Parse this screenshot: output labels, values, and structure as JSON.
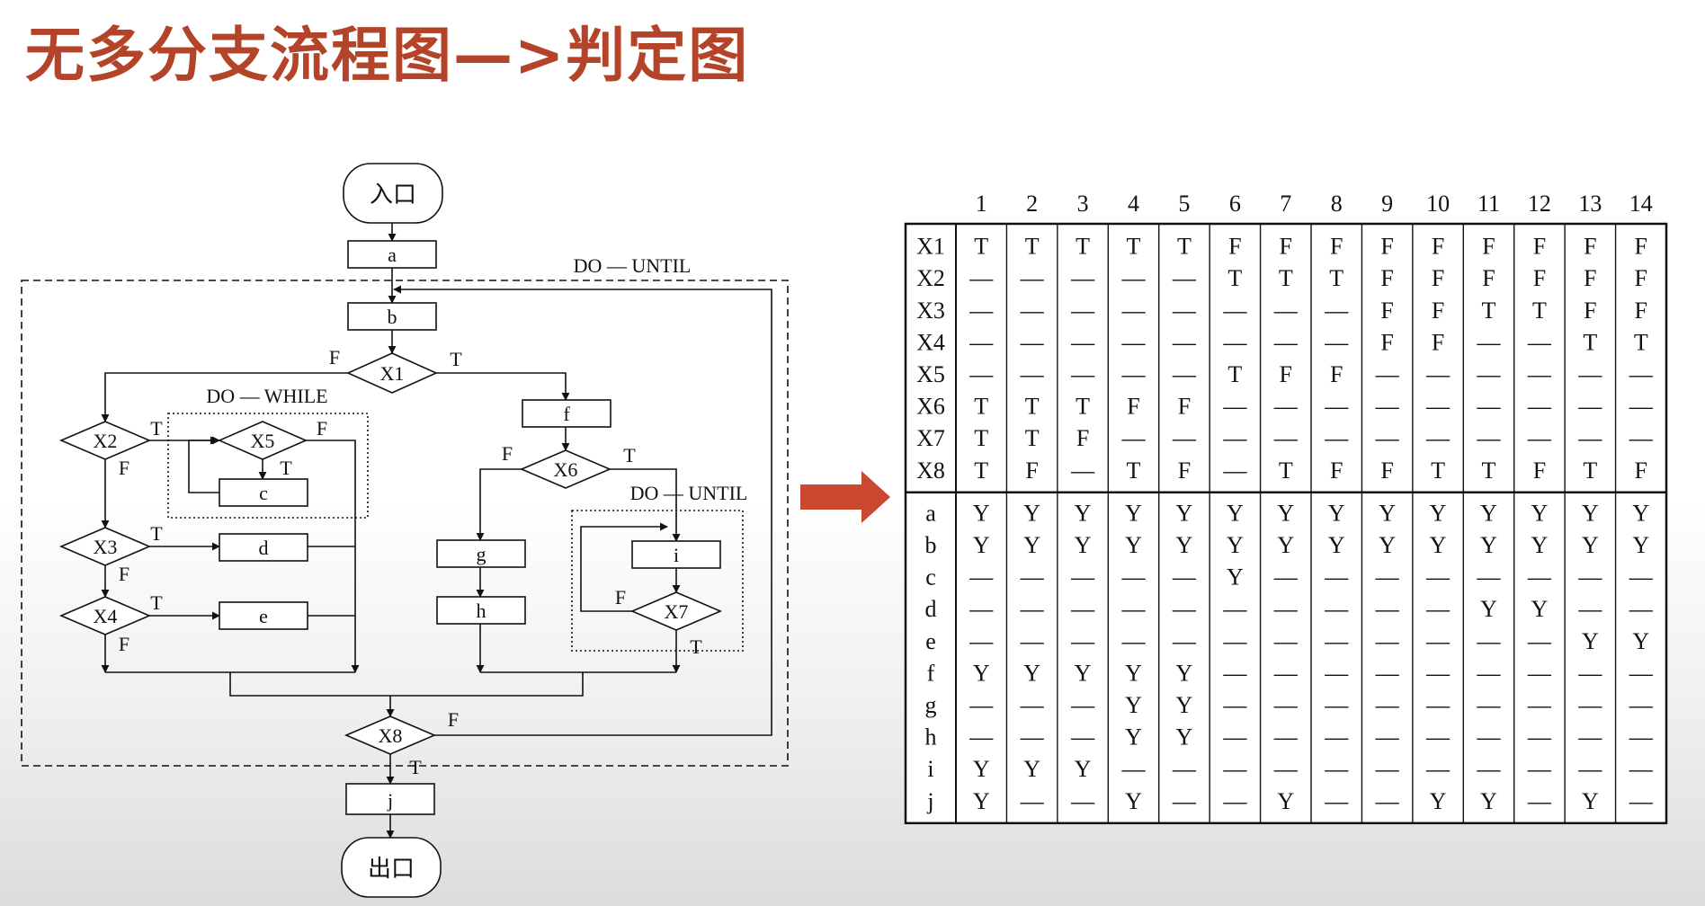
{
  "title": "无多分支流程图—>判定图",
  "flowchart": {
    "entry": "入口",
    "exit": "出口",
    "boxes": {
      "a": "a",
      "b": "b",
      "c": "c",
      "d": "d",
      "e": "e",
      "f": "f",
      "g": "g",
      "h": "h",
      "i": "i",
      "j": "j"
    },
    "decisions": {
      "x1": "X1",
      "x2": "X2",
      "x3": "X3",
      "x4": "X4",
      "x5": "X5",
      "x6": "X6",
      "x7": "X7",
      "x8": "X8"
    },
    "loop_labels": {
      "outer": "DO — UNTIL",
      "while": "DO — WHILE",
      "inner": "DO — UNTIL"
    },
    "branch_true": "T",
    "branch_false": "F"
  },
  "arrow_color": "#c9482f",
  "decision_table": {
    "columns": [
      "1",
      "2",
      "3",
      "4",
      "5",
      "6",
      "7",
      "8",
      "9",
      "10",
      "11",
      "12",
      "13",
      "14"
    ],
    "conditions": [
      {
        "name": "X1",
        "values": [
          "T",
          "T",
          "T",
          "T",
          "T",
          "F",
          "F",
          "F",
          "F",
          "F",
          "F",
          "F",
          "F",
          "F"
        ]
      },
      {
        "name": "X2",
        "values": [
          "—",
          "—",
          "—",
          "—",
          "—",
          "T",
          "T",
          "T",
          "F",
          "F",
          "F",
          "F",
          "F",
          "F"
        ]
      },
      {
        "name": "X3",
        "values": [
          "—",
          "—",
          "—",
          "—",
          "—",
          "—",
          "—",
          "—",
          "F",
          "F",
          "T",
          "T",
          "F",
          "F"
        ]
      },
      {
        "name": "X4",
        "values": [
          "—",
          "—",
          "—",
          "—",
          "—",
          "—",
          "—",
          "—",
          "F",
          "F",
          "—",
          "—",
          "T",
          "T"
        ]
      },
      {
        "name": "X5",
        "values": [
          "—",
          "—",
          "—",
          "—",
          "—",
          "T",
          "F",
          "F",
          "—",
          "—",
          "—",
          "—",
          "—",
          "—"
        ]
      },
      {
        "name": "X6",
        "values": [
          "T",
          "T",
          "T",
          "F",
          "F",
          "—",
          "—",
          "—",
          "—",
          "—",
          "—",
          "—",
          "—",
          "—"
        ]
      },
      {
        "name": "X7",
        "values": [
          "T",
          "T",
          "F",
          "—",
          "—",
          "—",
          "—",
          "—",
          "—",
          "—",
          "—",
          "—",
          "—",
          "—"
        ]
      },
      {
        "name": "X8",
        "values": [
          "T",
          "F",
          "—",
          "T",
          "F",
          "—",
          "T",
          "F",
          "F",
          "T",
          "T",
          "F",
          "T",
          "F"
        ]
      }
    ],
    "actions": [
      {
        "name": "a",
        "values": [
          "Y",
          "Y",
          "Y",
          "Y",
          "Y",
          "Y",
          "Y",
          "Y",
          "Y",
          "Y",
          "Y",
          "Y",
          "Y",
          "Y"
        ]
      },
      {
        "name": "b",
        "values": [
          "Y",
          "Y",
          "Y",
          "Y",
          "Y",
          "Y",
          "Y",
          "Y",
          "Y",
          "Y",
          "Y",
          "Y",
          "Y",
          "Y"
        ]
      },
      {
        "name": "c",
        "values": [
          "—",
          "—",
          "—",
          "—",
          "—",
          "Y",
          "—",
          "—",
          "—",
          "—",
          "—",
          "—",
          "—",
          "—"
        ]
      },
      {
        "name": "d",
        "values": [
          "—",
          "—",
          "—",
          "—",
          "—",
          "—",
          "—",
          "—",
          "—",
          "—",
          "Y",
          "Y",
          "—",
          "—"
        ]
      },
      {
        "name": "e",
        "values": [
          "—",
          "—",
          "—",
          "—",
          "—",
          "—",
          "—",
          "—",
          "—",
          "—",
          "—",
          "—",
          "Y",
          "Y"
        ]
      },
      {
        "name": "f",
        "values": [
          "Y",
          "Y",
          "Y",
          "Y",
          "Y",
          "—",
          "—",
          "—",
          "—",
          "—",
          "—",
          "—",
          "—",
          "—"
        ]
      },
      {
        "name": "g",
        "values": [
          "—",
          "—",
          "—",
          "Y",
          "Y",
          "—",
          "—",
          "—",
          "—",
          "—",
          "—",
          "—",
          "—",
          "—"
        ]
      },
      {
        "name": "h",
        "values": [
          "—",
          "—",
          "—",
          "Y",
          "Y",
          "—",
          "—",
          "—",
          "—",
          "—",
          "—",
          "—",
          "—",
          "—"
        ]
      },
      {
        "name": "i",
        "values": [
          "Y",
          "Y",
          "Y",
          "—",
          "—",
          "—",
          "—",
          "—",
          "—",
          "—",
          "—",
          "—",
          "—",
          "—"
        ]
      },
      {
        "name": "j",
        "values": [
          "Y",
          "—",
          "—",
          "Y",
          "—",
          "—",
          "Y",
          "—",
          "—",
          "Y",
          "Y",
          "—",
          "Y",
          "—"
        ]
      }
    ]
  }
}
